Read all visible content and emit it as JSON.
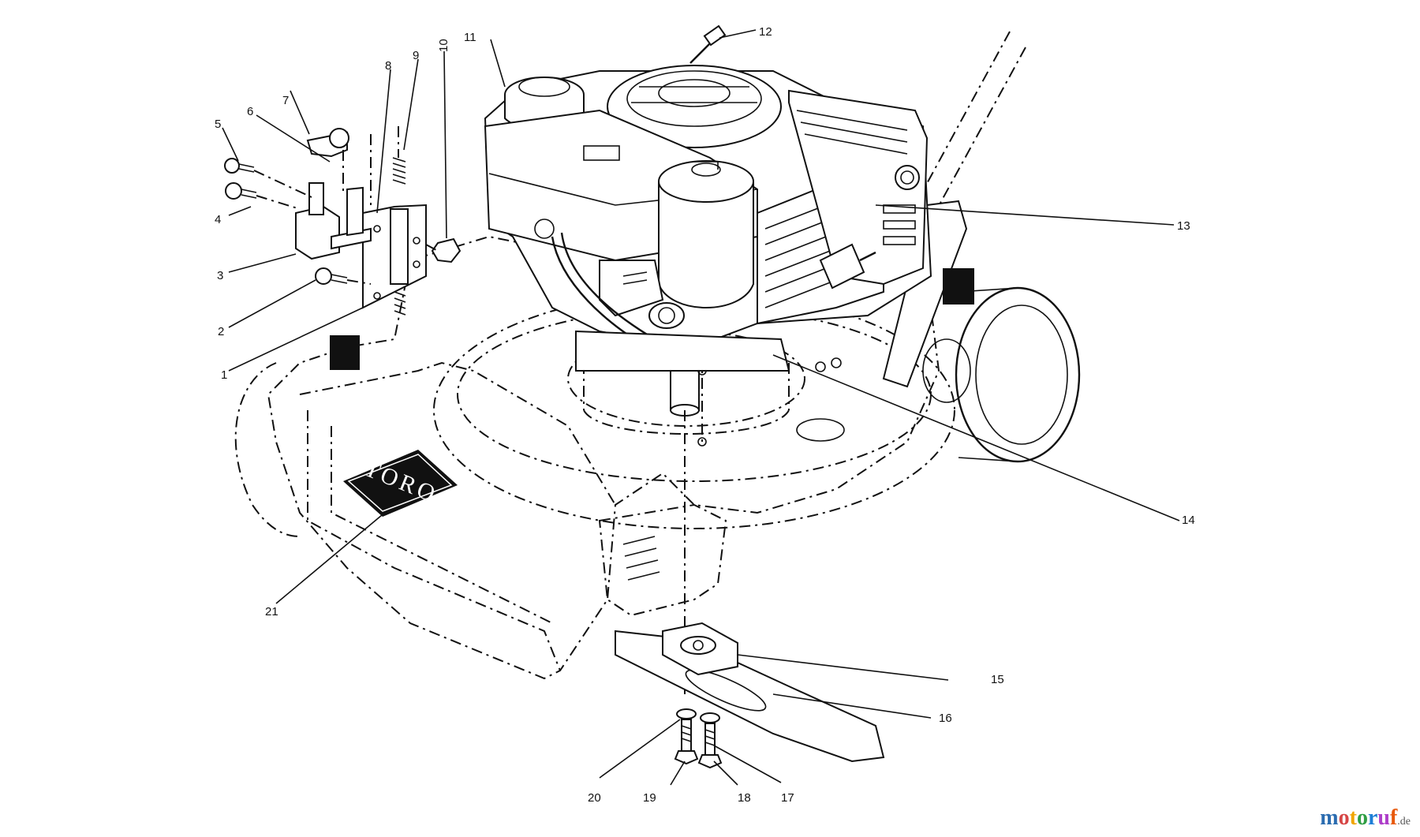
{
  "diagram": {
    "brand_plate": "TORO",
    "callouts": [
      "1",
      "2",
      "3",
      "4",
      "5",
      "6",
      "7",
      "8",
      "9",
      "10",
      "11",
      "12",
      "13",
      "14",
      "15",
      "16",
      "17",
      "18",
      "19",
      "20",
      "21"
    ]
  },
  "watermark": {
    "text": "motoruf",
    "suffix": ".de",
    "letter_colors": [
      "#2b6cb0",
      "#d64545",
      "#f0a500",
      "#2f9e44",
      "#1c7ed6",
      "#ae3ec9",
      "#e8590c"
    ]
  }
}
